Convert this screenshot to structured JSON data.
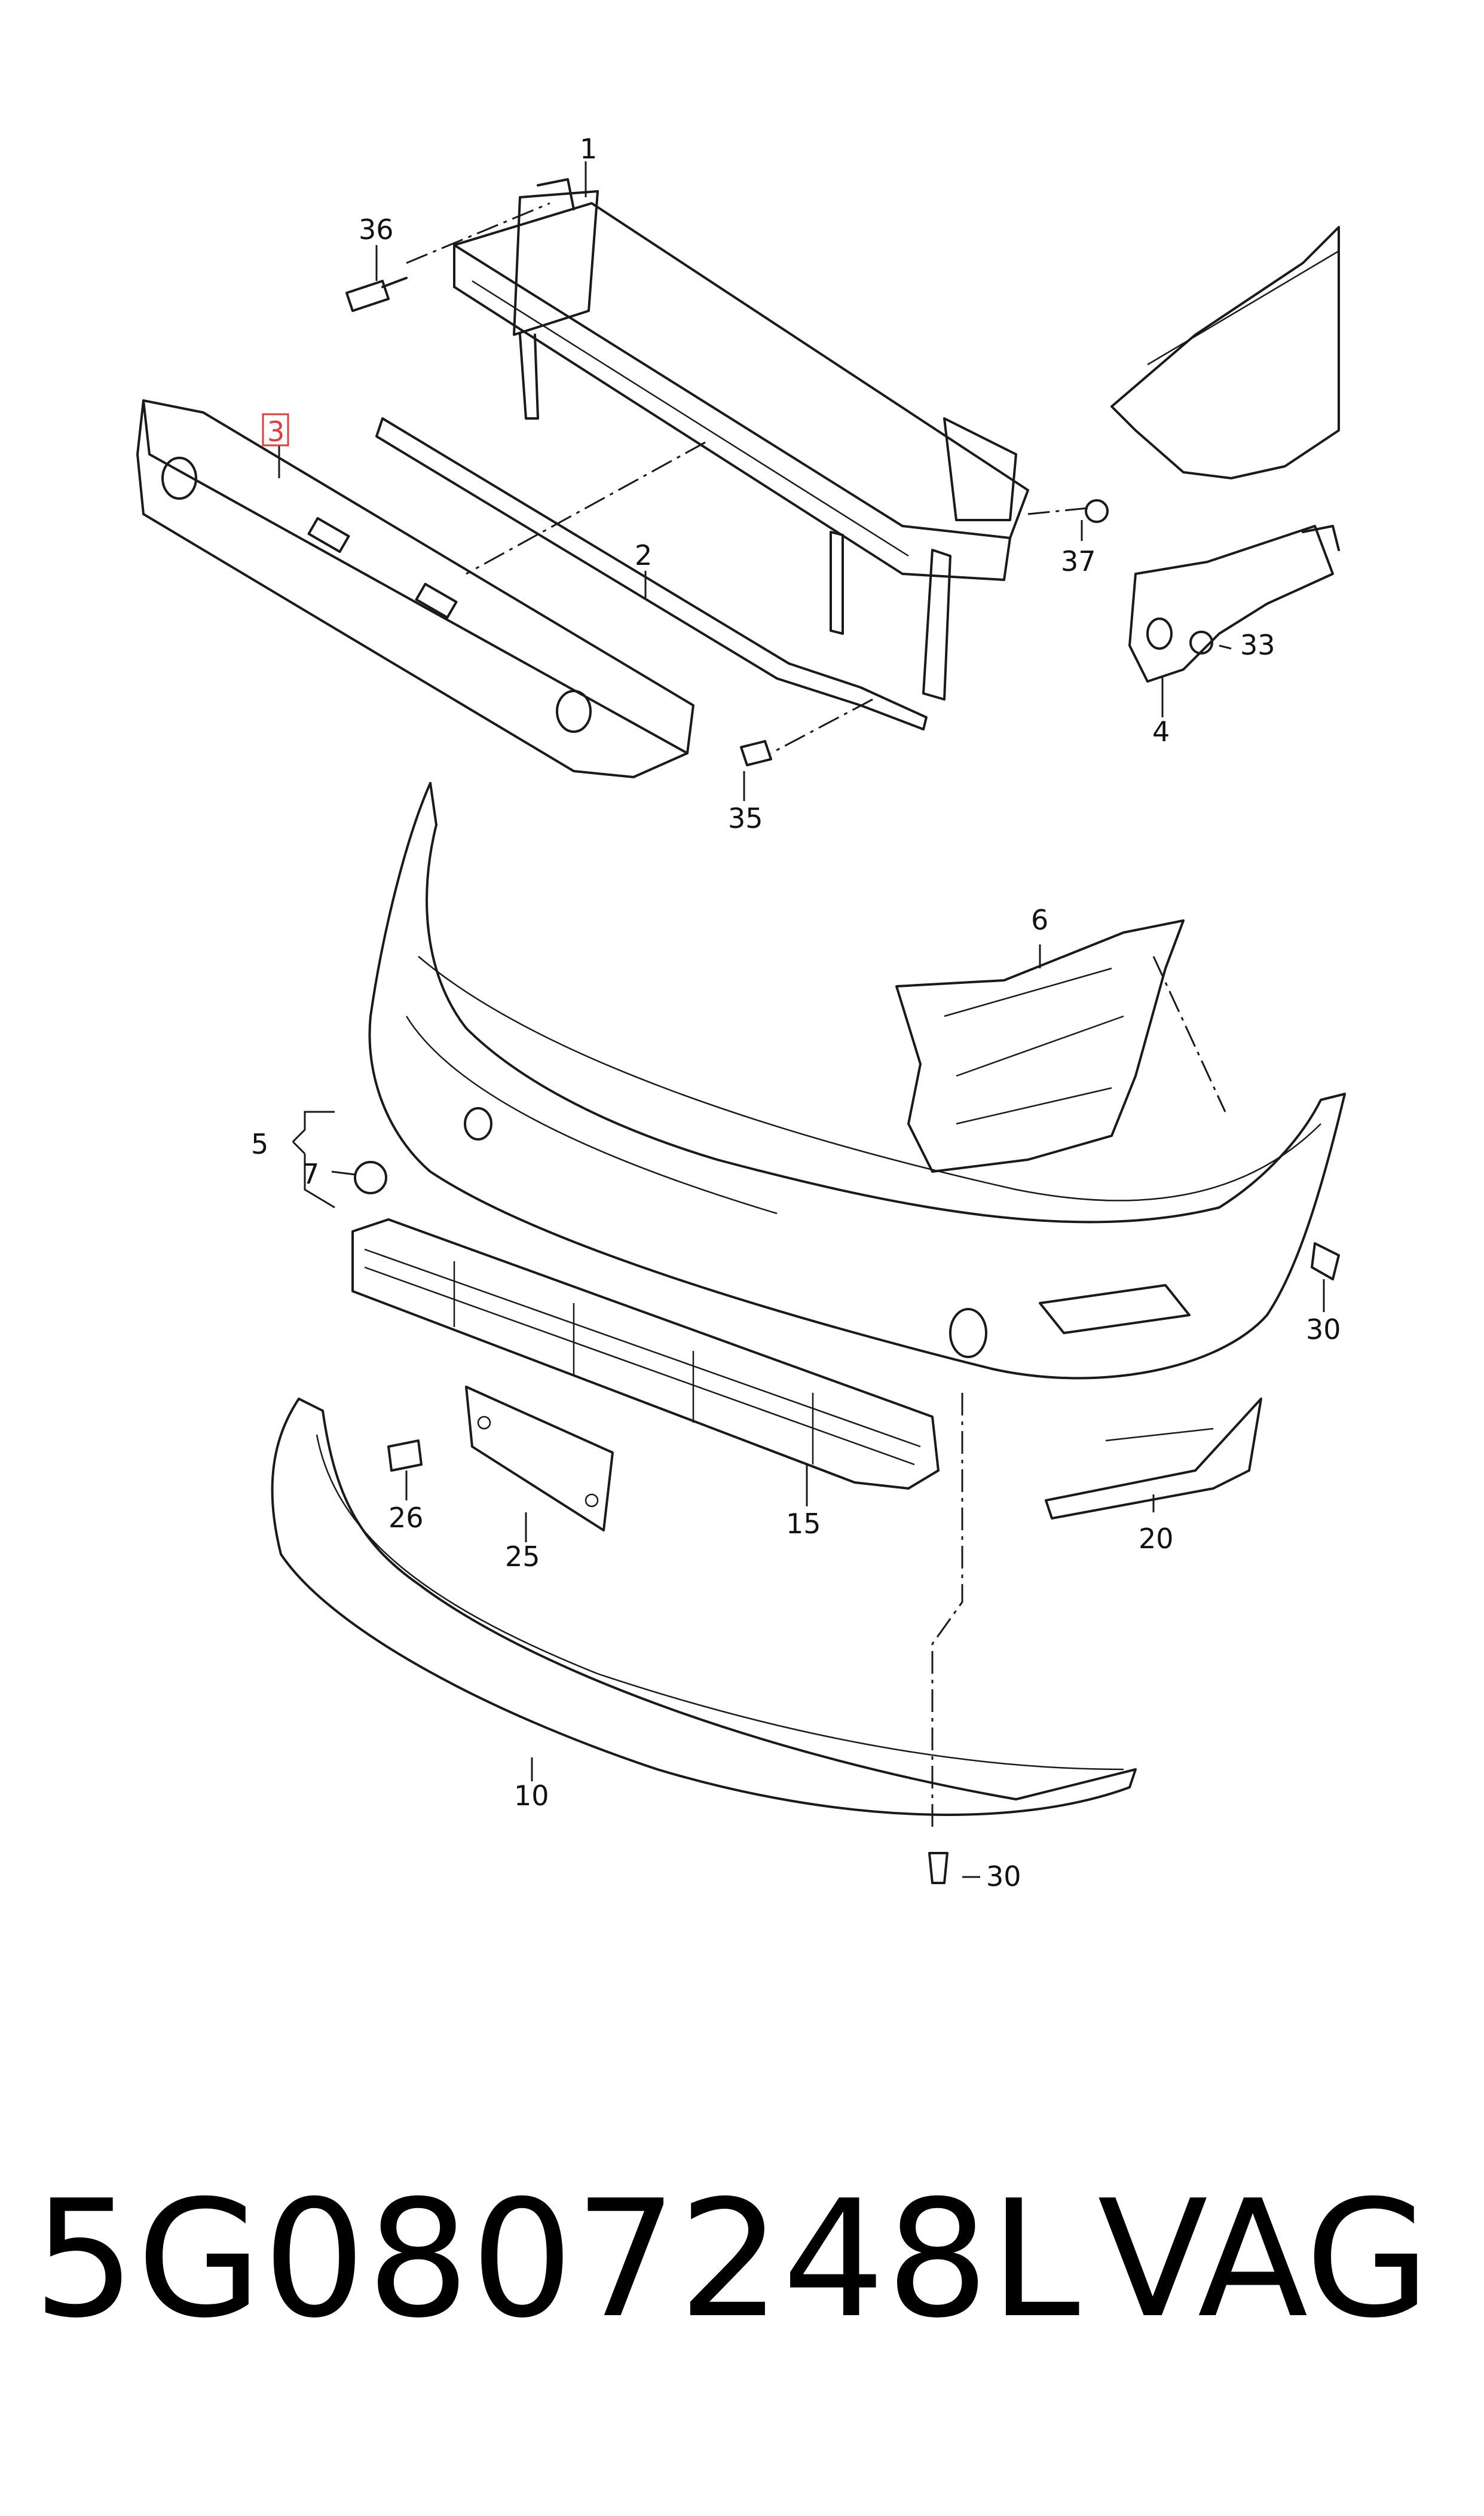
{
  "diagram": {
    "callouts": {
      "c1": "1",
      "c2": "2",
      "c3": "3",
      "c4": "4",
      "c5": "5",
      "c6": "6",
      "c7": "7",
      "c10": "10",
      "c15": "15",
      "c20": "20",
      "c25": "25",
      "c26": "26",
      "c30a": "30",
      "c30b": "30",
      "c33": "33",
      "c35": "35",
      "c36": "36",
      "c37": "37"
    },
    "highlighted_callout": "3",
    "highlight_color": "#e23b3b"
  },
  "footer": {
    "part_number": "5G0807248L",
    "brand": "VAG"
  }
}
